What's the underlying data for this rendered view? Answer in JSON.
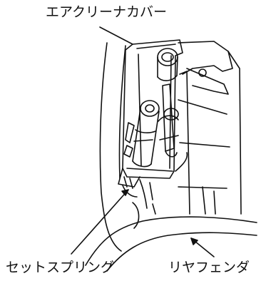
{
  "labels": {
    "air_cleaner_cover": "エアクリーナカバー",
    "set_spring": "セットスプリング",
    "rear_fender": "リヤフェンダ"
  }
}
